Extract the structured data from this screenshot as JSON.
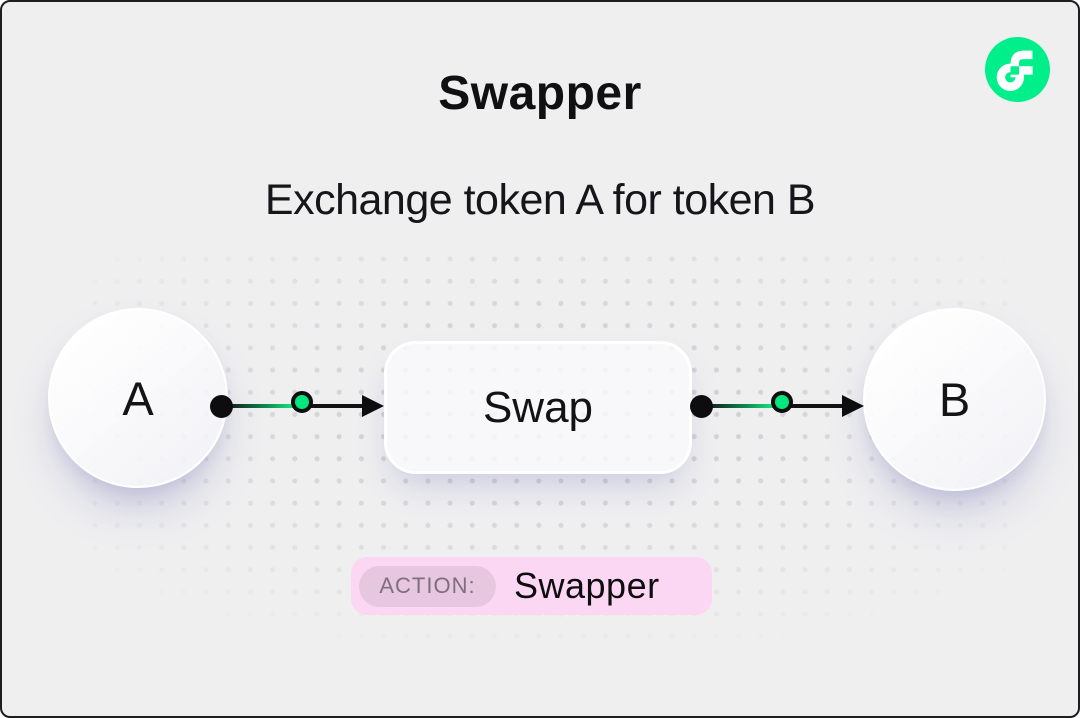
{
  "header": {
    "title": "Swapper",
    "subtitle": "Exchange token A for token B"
  },
  "logo": {
    "name": "Flow"
  },
  "diagram": {
    "token_a_label": "A",
    "swap_label": "Swap",
    "token_b_label": "B"
  },
  "badge": {
    "label": "ACTION:",
    "value": "Swapper"
  },
  "colors": {
    "background": "#efeff0",
    "accent_green": "#00e87d",
    "logo_green": "#00ef8b",
    "badge_pink": "#fbd7f4",
    "badge_label_bg": "#e7c7df",
    "badge_label_text": "#7f6f7e",
    "ink": "#101013"
  }
}
